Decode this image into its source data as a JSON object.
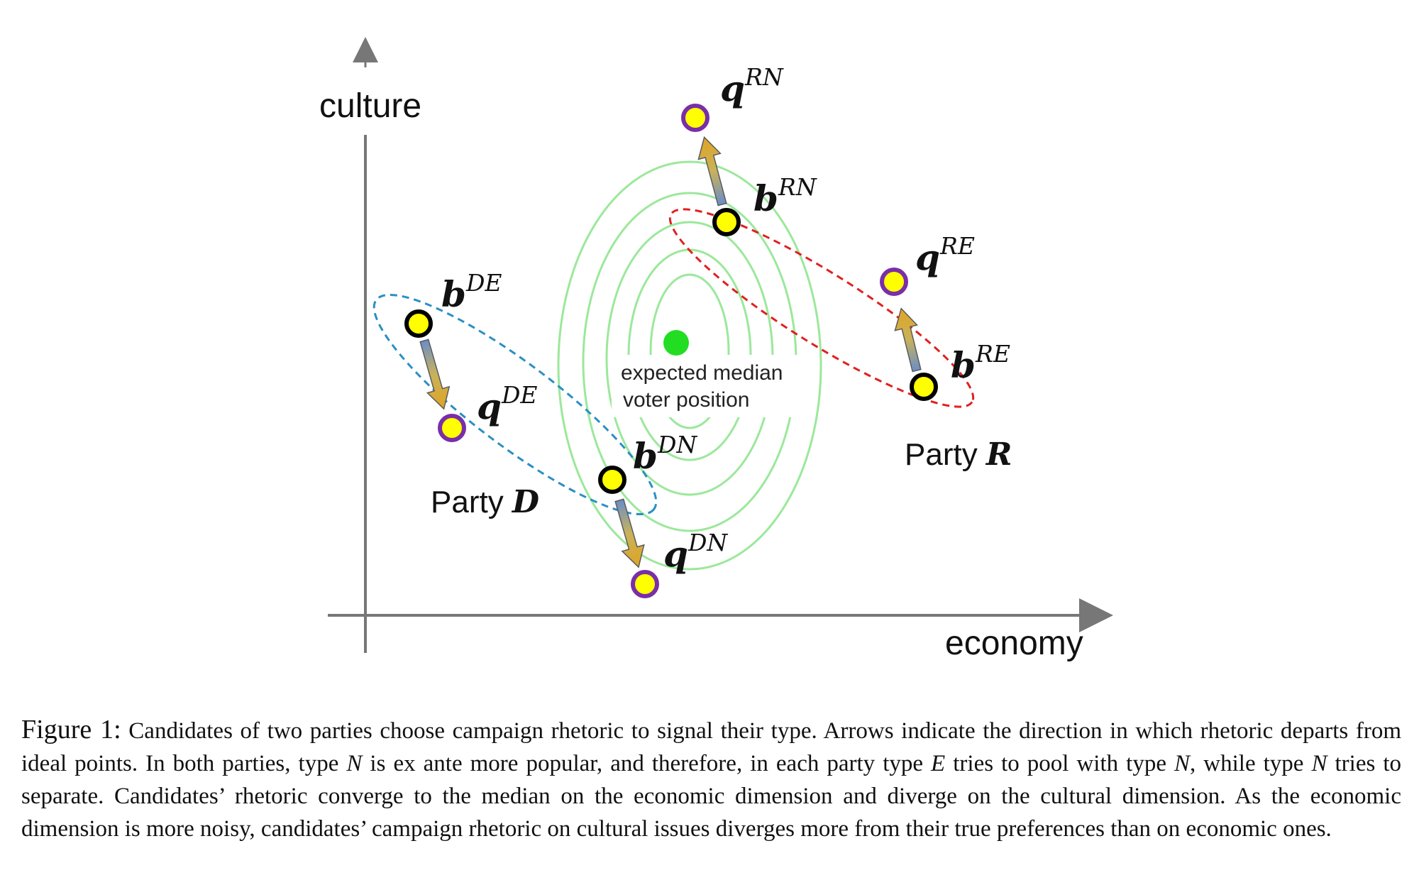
{
  "axes": {
    "y_label": "culture",
    "x_label": "economy"
  },
  "center": {
    "note_line1": "expected median",
    "note_line2": "voter position"
  },
  "parties": [
    {
      "label": "Party ",
      "letter": "D"
    },
    {
      "label": "Party ",
      "letter": "R"
    }
  ],
  "points": [
    {
      "base": "b",
      "sup": "DE"
    },
    {
      "base": "q",
      "sup": "DE"
    },
    {
      "base": "b",
      "sup": "DN"
    },
    {
      "base": "q",
      "sup": "DN"
    },
    {
      "base": "b",
      "sup": "RN"
    },
    {
      "base": "q",
      "sup": "RN"
    },
    {
      "base": "b",
      "sup": "RE"
    },
    {
      "base": "q",
      "sup": "RE"
    }
  ],
  "colors": {
    "axis": "#777777",
    "contour": "#9be89b",
    "median_dot": "#22dd22",
    "dot_fill": "#ffff00",
    "b_ring": "#000000",
    "q_ring": "#7a2ea8",
    "party_d_ellipse": "#2a8fc4",
    "party_r_ellipse": "#e02020",
    "arrow_blue": "#6b8ec9",
    "arrow_gold": "#d4a52a"
  },
  "caption": {
    "label": "Figure 1:",
    "s1": " Candidates of two parties choose campaign rhetoric to signal their type. Arrows indicate the direction in which rhetoric departs from ideal points. In both parties, type ",
    "v1": "N",
    "s2": " is ex ante more popular, and therefore, in each party type ",
    "v2": "E",
    "s3": " tries to pool with type ",
    "v3": "N",
    "s4": ", while type ",
    "v4": "N",
    "s5": " tries to separate. Candidates’ rhetoric converge to the median on the economic dimension and diverge on the cultural dimension. As the economic dimension is more noisy, candidates’ campaign rhetoric on cultural issues diverges more from their true preferences than on economic ones."
  }
}
